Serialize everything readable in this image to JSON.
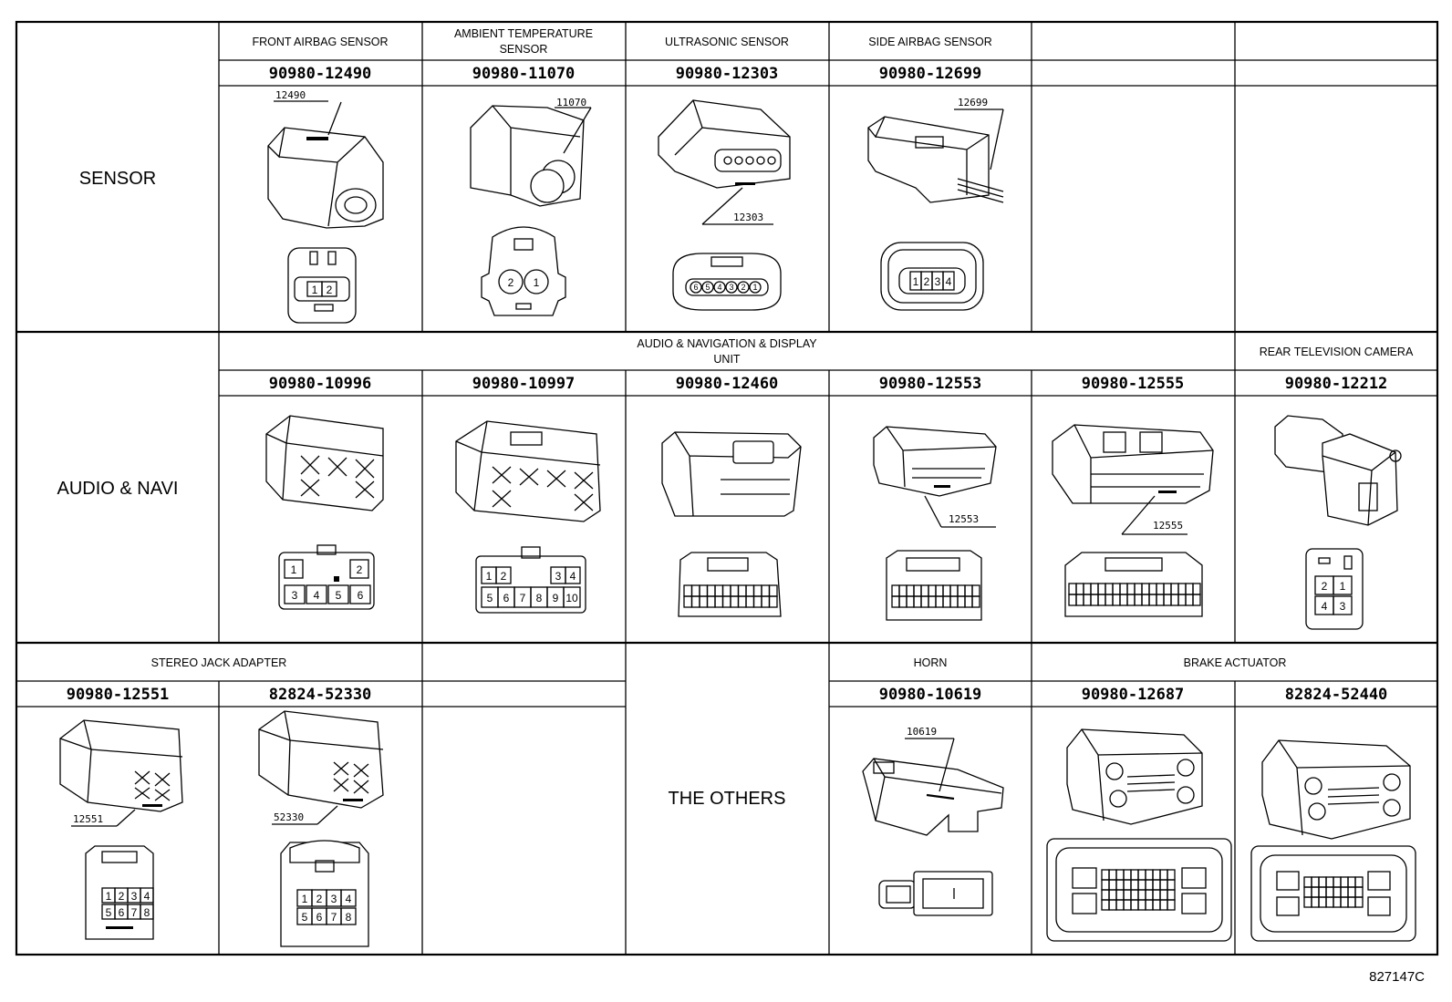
{
  "categories": {
    "sensor": "SENSOR",
    "audio_navi": "AUDIO & NAVI",
    "others": "THE OTHERS"
  },
  "headers": {
    "front_airbag": "FRONT AIRBAG SENSOR",
    "ambient_temp_1": "AMBIENT TEMPERATURE",
    "ambient_temp_2": "SENSOR",
    "ultrasonic": "ULTRASONIC SENSOR",
    "side_airbag": "SIDE AIRBAG SENSOR",
    "audio_nav_1": "AUDIO & NAVIGATION & DISPLAY",
    "audio_nav_2": "UNIT",
    "rear_tv": "REAR TELEVISION CAMERA",
    "stereo_jack": "STEREO JACK ADAPTER",
    "horn": "HORN",
    "brake_actuator": "BRAKE ACTUATOR"
  },
  "part_numbers": {
    "r1c1": "90980-12490",
    "r1c2": "90980-11070",
    "r1c3": "90980-12303",
    "r1c4": "90980-12699",
    "r2c1": "90980-10996",
    "r2c2": "90980-10997",
    "r2c3": "90980-12460",
    "r2c4": "90980-12553",
    "r2c5": "90980-12555",
    "r2c6": "90980-12212",
    "r3c0": "90980-12551",
    "r3c1": "82824-52330",
    "r3c4": "90980-10619",
    "r3c5": "90980-12687",
    "r3c6": "82824-52440"
  },
  "callouts": {
    "c12490": "12490",
    "c11070": "11070",
    "c12303": "12303",
    "c12699": "12699",
    "c12553": "12553",
    "c12555": "12555",
    "c12551": "12551",
    "c52330": "52330",
    "c10619": "10619"
  },
  "pins": {
    "front_airbag": [
      "1",
      "2"
    ],
    "ambient": [
      "2",
      "1"
    ],
    "ultrasonic": [
      "6",
      "5",
      "4",
      "3",
      "2",
      "1"
    ],
    "side_airbag": [
      "1",
      "2",
      "3",
      "4"
    ],
    "p10996": [
      "1",
      "2",
      "3",
      "4",
      "5",
      "6"
    ],
    "p10997_top": [
      "1",
      "2",
      "3",
      "4"
    ],
    "p10997_bottom": [
      "5",
      "6",
      "7",
      "8",
      "9",
      "10"
    ],
    "p12212": [
      "2",
      "1",
      "4",
      "3"
    ],
    "p12551": [
      "1",
      "2",
      "3",
      "4",
      "5",
      "6",
      "7",
      "8"
    ],
    "p52330": [
      "1",
      "2",
      "3",
      "4",
      "5",
      "6",
      "7",
      "8"
    ]
  },
  "reference": "827147C"
}
